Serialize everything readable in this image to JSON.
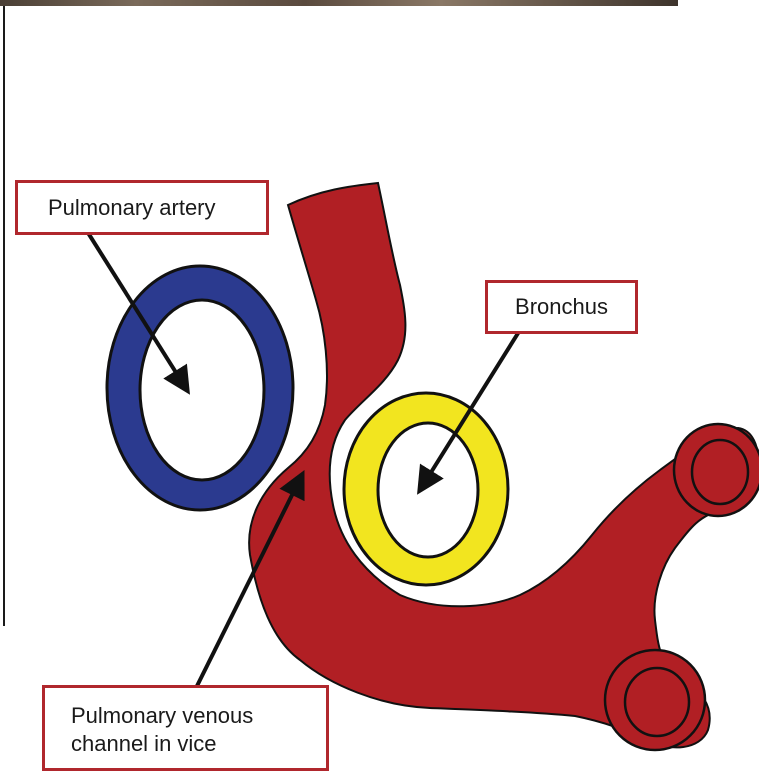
{
  "labels": {
    "pulmonary_artery": "Pulmonary artery",
    "bronchus": "Bronchus",
    "pulmonary_venous_channel": "Pulmonary venous\nchannel in vice"
  },
  "colors": {
    "label_border": "#b0272d",
    "pulmonary_artery": "#2b3a8f",
    "bronchus": "#f2e51f",
    "venous_channel": "#b11f24",
    "outline": "#111111"
  }
}
